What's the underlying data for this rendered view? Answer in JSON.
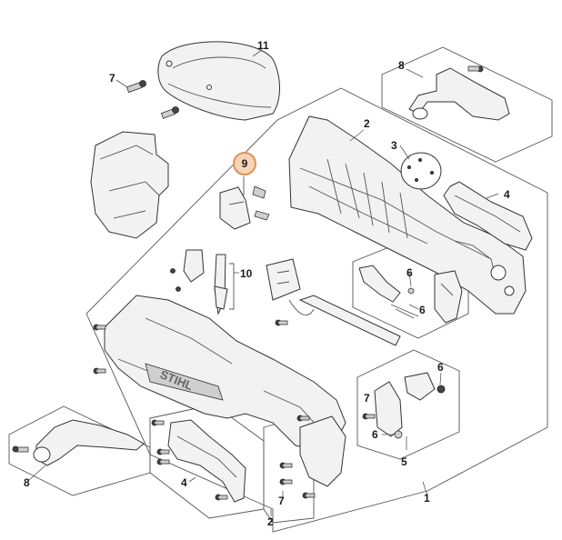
{
  "diagram": {
    "callouts": {
      "c1": "1",
      "c2a": "2",
      "c2b": "2",
      "c3": "3",
      "c4a": "4",
      "c4b": "4",
      "c5": "5",
      "c6a": "6",
      "c6b": "6",
      "c6c": "6",
      "c6d": "6",
      "c7a": "7",
      "c7b": "7",
      "c7c": "7",
      "c8a": "8",
      "c8b": "8",
      "c9": "9",
      "c10": "10",
      "c11": "11"
    },
    "highlight_color": "#e0905a",
    "brand_logo_text": "STIHL"
  }
}
